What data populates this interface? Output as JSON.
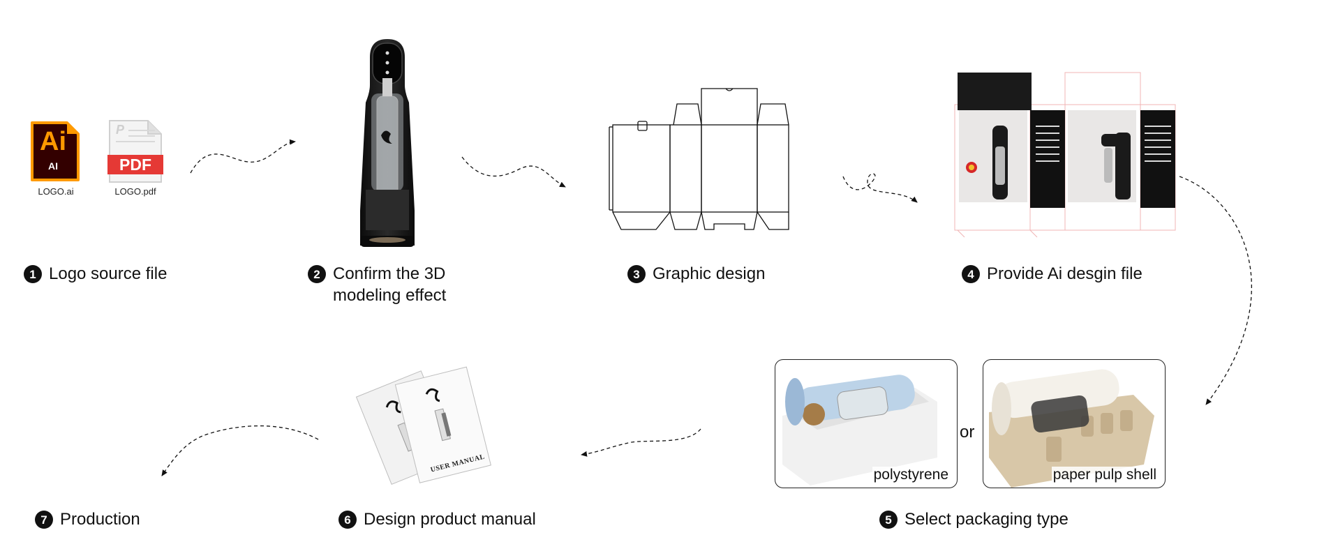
{
  "steps": [
    {
      "num": "1",
      "lines": [
        "Logo source file"
      ]
    },
    {
      "num": "2",
      "lines": [
        "Confirm the 3D",
        "modeling effect"
      ]
    },
    {
      "num": "3",
      "lines": [
        "Graphic design"
      ]
    },
    {
      "num": "4",
      "lines": [
        "Provide Ai desgin file"
      ]
    },
    {
      "num": "5",
      "lines": [
        "Select packaging type"
      ]
    },
    {
      "num": "6",
      "lines": [
        "Design product manual"
      ]
    },
    {
      "num": "7",
      "lines": [
        "Production"
      ]
    }
  ],
  "files": {
    "ai_icon_text": "Ai",
    "ai_icon_sub": "AI",
    "ai_caption": "LOGO.ai",
    "pdf_icon_text": "PDF",
    "pdf_caption": "LOGO.pdf"
  },
  "packaging": {
    "option_a": "polystyrene",
    "or_text": "or",
    "option_b": "paper pulp shell"
  },
  "manual": {
    "title": "USER MANUAL"
  },
  "colors": {
    "ai_bg": "#330000",
    "ai_accent": "#ff9a00",
    "pdf_red": "#e53935",
    "ink": "#111111"
  }
}
